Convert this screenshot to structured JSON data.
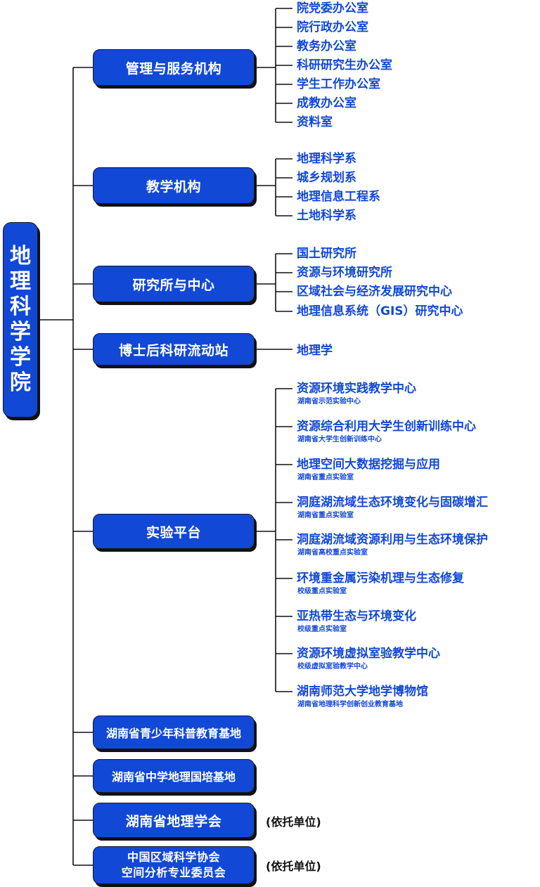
{
  "root": {
    "title_chars": [
      "地",
      "理",
      "科",
      "学",
      "学",
      "院"
    ]
  },
  "branches": [
    {
      "label": "管理与服务机构",
      "items": [
        {
          "text": "院党委办公室"
        },
        {
          "text": "院行政办公室"
        },
        {
          "text": "教务办公室"
        },
        {
          "text": "科研研究生办公室"
        },
        {
          "text": "学生工作办公室"
        },
        {
          "text": "成教办公室"
        },
        {
          "text": "资料室"
        }
      ]
    },
    {
      "label": "教学机构",
      "items": [
        {
          "text": "地理科学系"
        },
        {
          "text": "城乡规划系"
        },
        {
          "text": "地理信息工程系"
        },
        {
          "text": "土地科学系"
        }
      ]
    },
    {
      "label": "研究所与中心",
      "items": [
        {
          "text": "国土研究所"
        },
        {
          "text": "资源与环境研究所"
        },
        {
          "text": "区域社会与经济发展研究中心"
        },
        {
          "text": "地理信息系统（GIS）研究中心"
        }
      ]
    },
    {
      "label": "博士后科研流动站",
      "items": [
        {
          "text": "地理学"
        }
      ]
    },
    {
      "label": "实验平台",
      "items": [
        {
          "text": "资源环境实践教学中心",
          "sub": "湖南省示范实验中心"
        },
        {
          "text": "资源综合利用大学生创新训练中心",
          "sub": "湖南省大学生创新训练中心"
        },
        {
          "text": "地理空间大数据挖掘与应用",
          "sub": "湖南省重点实验室"
        },
        {
          "text": "洞庭湖流域生态环境变化与固碳增汇",
          "sub": "湖南省重点实验室"
        },
        {
          "text": "洞庭湖流域资源利用与生态环境保护",
          "sub": "湖南省高校重点实验室"
        },
        {
          "text": "环境重金属污染机理与生态修复",
          "sub": "校级重点实验室"
        },
        {
          "text": "亚热带生态与环境变化",
          "sub": "校级重点实验室"
        },
        {
          "text": "资源环境虚拟室验教学中心",
          "sub": "校级虚拟室验教学中心"
        },
        {
          "text": "湖南师范大学地学博物馆",
          "sub": "湖南省地理科学创新创业教育基地"
        }
      ]
    },
    {
      "label": "湖南省青少年科普教育基地",
      "items": []
    },
    {
      "label": "湖南省中学地理国培基地",
      "items": []
    },
    {
      "label": "湖南省地理学会",
      "note": "(依托单位)",
      "items": []
    },
    {
      "label_lines": [
        "中国区域科学协会",
        "空间分析专业委员会"
      ],
      "note": "(依托单位)",
      "items": []
    }
  ],
  "colors": {
    "box_fill": "#1148d6",
    "box_text": "#ffffff",
    "leaf_text": "#1148d6",
    "line": "#111111",
    "shadow": "#111111"
  }
}
